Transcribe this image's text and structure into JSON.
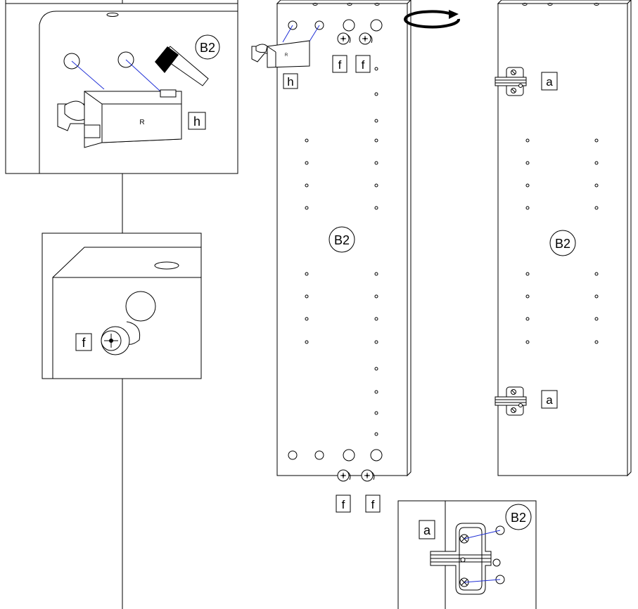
{
  "labels": {
    "panel_id": "B2",
    "hinge_label": "a",
    "cam_label": "f",
    "catch_label": "h",
    "catch_mark": "R"
  },
  "icons": {
    "rotate": "rotate-arrow-icon",
    "hammer": "hammer-icon",
    "hinge": "hinge-icon",
    "cam_lock": "cam-lock-icon",
    "catch": "catch-clip-icon"
  }
}
